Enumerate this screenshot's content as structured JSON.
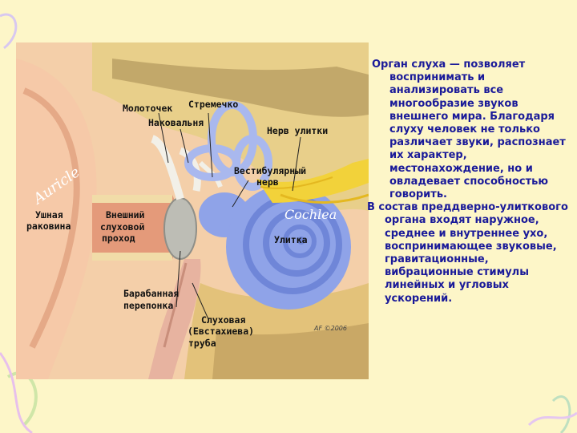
{
  "labels": {
    "malleus": "Молоточек",
    "stapes": "Стремечко",
    "incus": "Наковальня",
    "cochlear_nerve": "Нерв улитки",
    "vestibular_nerve_1": "Вестибулярный",
    "vestibular_nerve_2": "нерв",
    "auricle_ru_1": "Ушная",
    "auricle_ru_2": "раковина",
    "canal_1": "Внешний",
    "canal_2": "слуховой",
    "canal_3": "проход",
    "cochlea_ru": "Улитка",
    "eardrum_1": "Барабанная",
    "eardrum_2": "перепонка",
    "tube_1": "Слуховая",
    "tube_2": "(Евстахиева)",
    "tube_3": "труба",
    "auricle_latin": "Auricle",
    "cochlea_latin": "Cochlea",
    "signature": "AF ©2006"
  },
  "text": {
    "paragraph1": "Орган слуха — позволяет воспринимать и анализировать все многообразие звуков внешнего мира. Благодаря слуху человек не только различает звуки, распознает их характер, местонахождение, но и овладевает способностью говорить.",
    "paragraph2": "В состав преддверно-улиткового органа входят наружное, среднее и внутреннее ухо, воспринимающее звуковые, гравитационные, вибрационные стимулы линейных и угловых ускорений."
  },
  "colors": {
    "background": "#fdf6c8",
    "text": "#1a1a99",
    "cochlea": "#8fa3e8",
    "bone": "#e8cf8a",
    "skin": "#f2c9a6",
    "nerve": "#f2d23a"
  }
}
